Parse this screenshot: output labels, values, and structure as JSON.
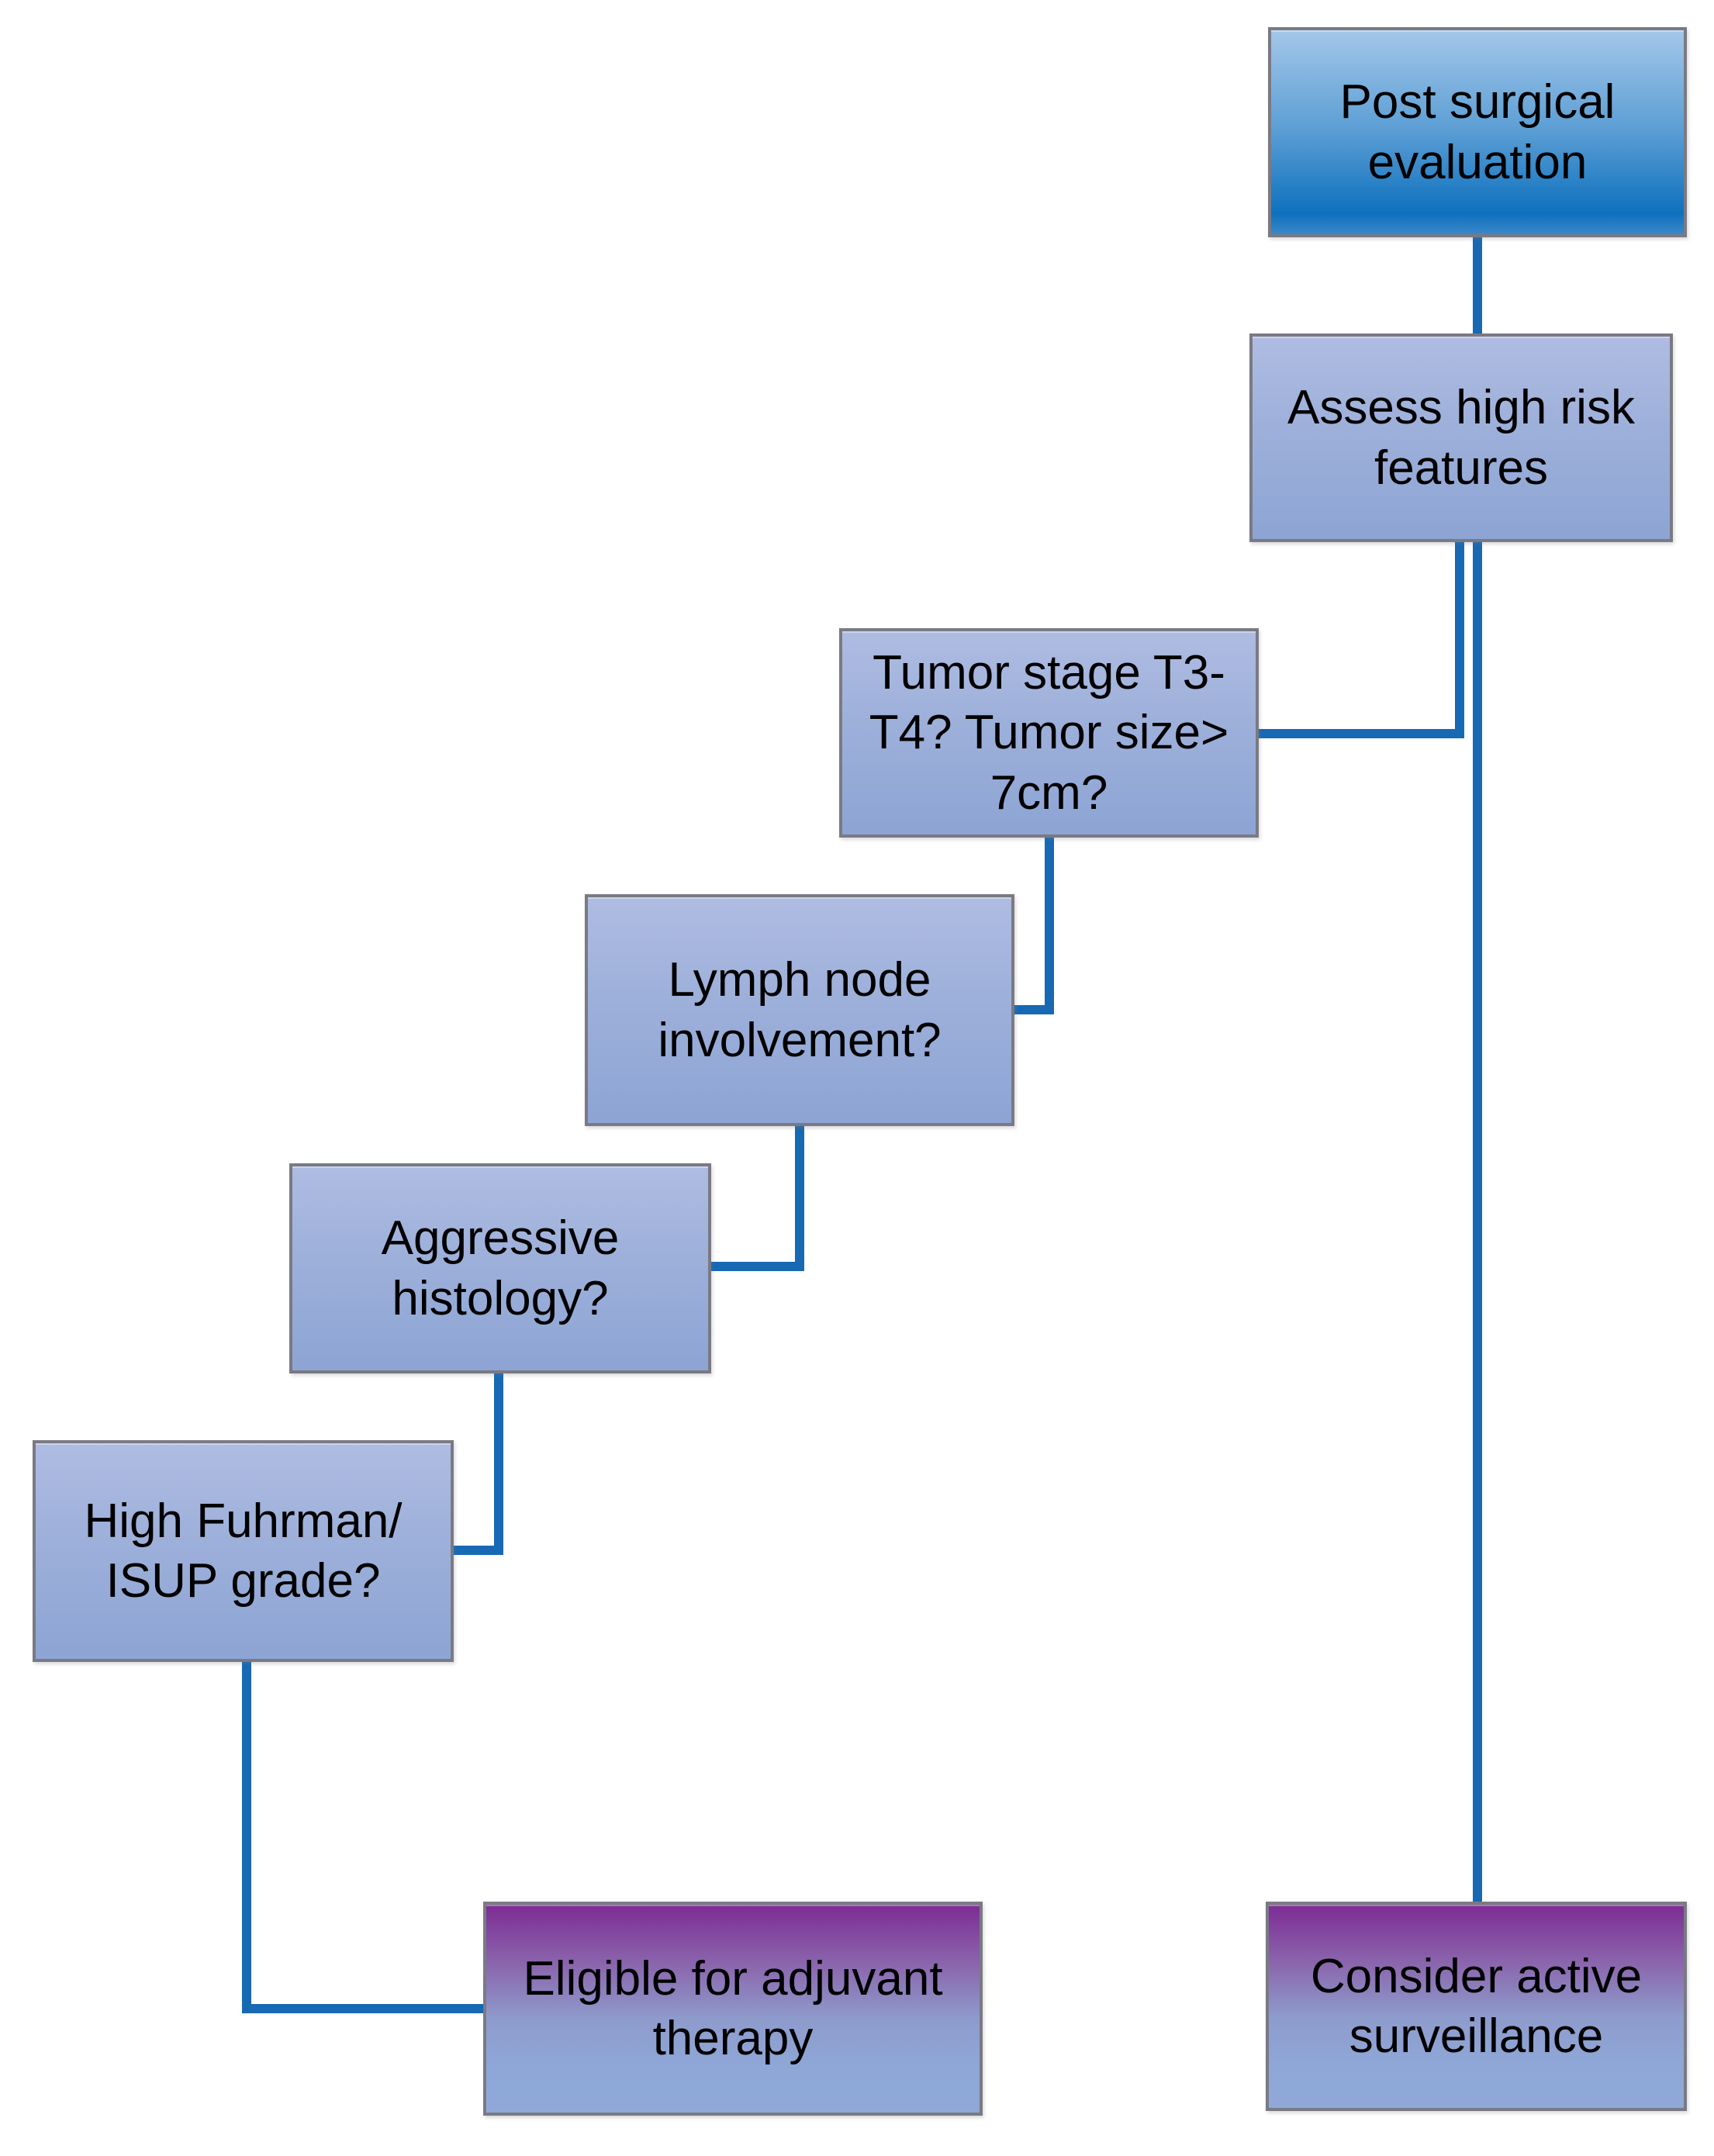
{
  "diagram": {
    "type": "flowchart",
    "nodes": [
      {
        "id": "post-surgical-evaluation",
        "role": "start",
        "label": "Post surgical\nevaluation"
      },
      {
        "id": "assess-high-risk",
        "role": "step",
        "label": "Assess high risk\nfeatures"
      },
      {
        "id": "tumor-stage",
        "role": "question",
        "label": "Tumor stage T3-\nT4? Tumor size>\n7cm?"
      },
      {
        "id": "lymph-node",
        "role": "question",
        "label": "Lymph node\ninvolvement?"
      },
      {
        "id": "aggressive-histology",
        "role": "question",
        "label": "Aggressive\nhistology?"
      },
      {
        "id": "fuhrman-grade",
        "role": "question",
        "label": "High Fuhrman/\nISUP grade?"
      },
      {
        "id": "adjuvant-therapy",
        "role": "outcome",
        "label": "Eligible for adjuvant\ntherapy"
      },
      {
        "id": "active-surveillance",
        "role": "outcome",
        "label": "Consider active\nsurveillance"
      }
    ],
    "edges": [
      {
        "from": "post-surgical-evaluation",
        "to": "assess-high-risk"
      },
      {
        "from": "assess-high-risk",
        "to": "active-surveillance"
      },
      {
        "from": "assess-high-risk",
        "to": "tumor-stage"
      },
      {
        "from": "tumor-stage",
        "to": "lymph-node"
      },
      {
        "from": "lymph-node",
        "to": "aggressive-histology"
      },
      {
        "from": "aggressive-histology",
        "to": "fuhrman-grade"
      },
      {
        "from": "fuhrman-grade",
        "to": "adjuvant-therapy"
      }
    ],
    "colors": {
      "connector": "#1769b4",
      "box_border": "#7a7a83",
      "start_box_top": "#a3c7e9",
      "start_box_bottom": "#0e71be",
      "question_box_top": "#afbce2",
      "question_box_bottom": "#8da4d4",
      "outcome_box_top": "#7d2c93",
      "outcome_box_bottom": "#8fa8d8",
      "text": "#000000",
      "background": "#ffffff"
    }
  }
}
